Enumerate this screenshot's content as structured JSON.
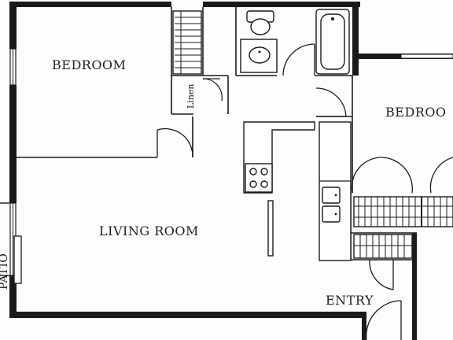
{
  "rooms": {
    "bedroom_left": "BEDROOM",
    "bedroom_right": "BEDROO",
    "living_room": "LIVING ROOM",
    "entry": "ENTRY",
    "patio": "PATIO",
    "linen": "Linen"
  }
}
